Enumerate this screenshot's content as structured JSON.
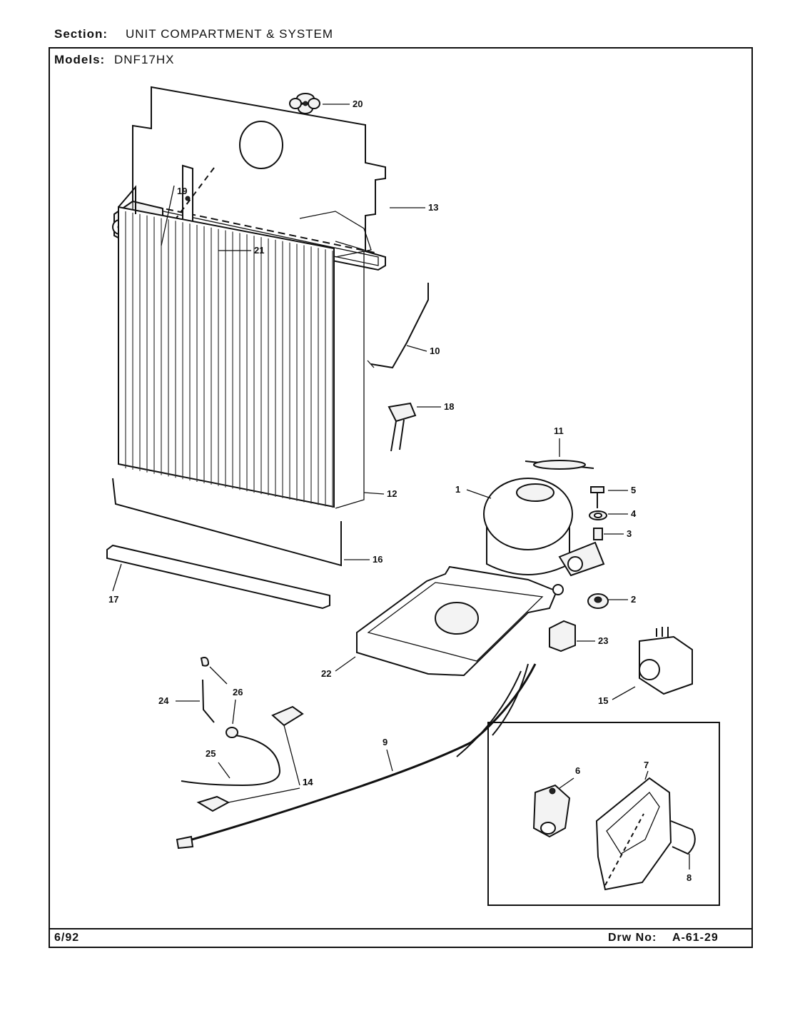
{
  "header": {
    "section_label": "Section:",
    "section_value": "UNIT COMPARTMENT & SYSTEM",
    "models_label": "Models:",
    "models_value": "DNF17HX"
  },
  "footer": {
    "date": "6/92",
    "drawing_label": "Drw No:",
    "drawing_number": "A-61-29"
  },
  "callouts": [
    "1",
    "2",
    "3",
    "4",
    "5",
    "6",
    "7",
    "8",
    "9",
    "10",
    "11",
    "12",
    "13",
    "14",
    "14",
    "15",
    "16",
    "17",
    "18",
    "19",
    "20",
    "21",
    "22",
    "23",
    "24",
    "25",
    "26"
  ]
}
